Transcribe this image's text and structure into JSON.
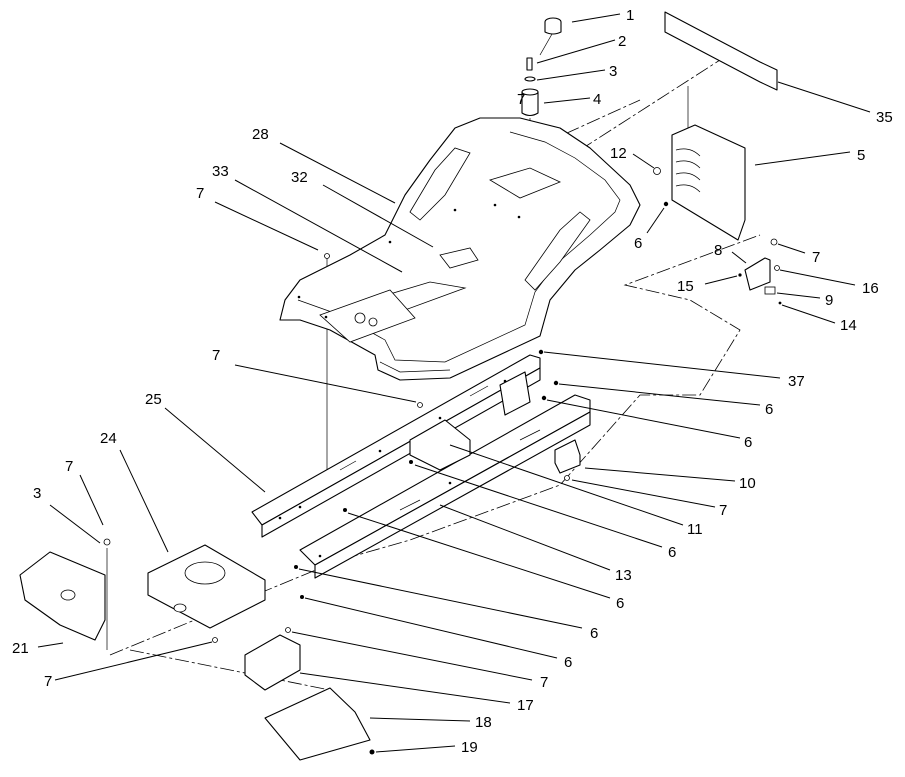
{
  "diagram": {
    "callouts": [
      {
        "id": "c1",
        "label": "1"
      },
      {
        "id": "c2",
        "label": "2"
      },
      {
        "id": "c3",
        "label": "3"
      },
      {
        "id": "c4",
        "label": "4"
      },
      {
        "id": "c7a",
        "label": "7"
      },
      {
        "id": "c35",
        "label": "35"
      },
      {
        "id": "c28",
        "label": "28"
      },
      {
        "id": "c5",
        "label": "5"
      },
      {
        "id": "c12",
        "label": "12"
      },
      {
        "id": "c33",
        "label": "33"
      },
      {
        "id": "c32",
        "label": "32"
      },
      {
        "id": "c7b",
        "label": "7"
      },
      {
        "id": "c6a",
        "label": "6"
      },
      {
        "id": "c8",
        "label": "8"
      },
      {
        "id": "c7c",
        "label": "7"
      },
      {
        "id": "c15",
        "label": "15"
      },
      {
        "id": "c16",
        "label": "16"
      },
      {
        "id": "c9",
        "label": "9"
      },
      {
        "id": "c14",
        "label": "14"
      },
      {
        "id": "c7d",
        "label": "7"
      },
      {
        "id": "c37",
        "label": "37"
      },
      {
        "id": "c6b",
        "label": "6"
      },
      {
        "id": "c25",
        "label": "25"
      },
      {
        "id": "c6c",
        "label": "6"
      },
      {
        "id": "c24",
        "label": "24"
      },
      {
        "id": "c10",
        "label": "10"
      },
      {
        "id": "c7e",
        "label": "7"
      },
      {
        "id": "c3b",
        "label": "3"
      },
      {
        "id": "c7f",
        "label": "7"
      },
      {
        "id": "c11",
        "label": "11"
      },
      {
        "id": "c6d",
        "label": "6"
      },
      {
        "id": "c13",
        "label": "13"
      },
      {
        "id": "c6e",
        "label": "6"
      },
      {
        "id": "c6f",
        "label": "6"
      },
      {
        "id": "c21",
        "label": "21"
      },
      {
        "id": "c6g",
        "label": "6"
      },
      {
        "id": "c7g",
        "label": "7"
      },
      {
        "id": "c7h",
        "label": "7"
      },
      {
        "id": "c17",
        "label": "17"
      },
      {
        "id": "c18",
        "label": "18"
      },
      {
        "id": "c19",
        "label": "19"
      }
    ]
  }
}
